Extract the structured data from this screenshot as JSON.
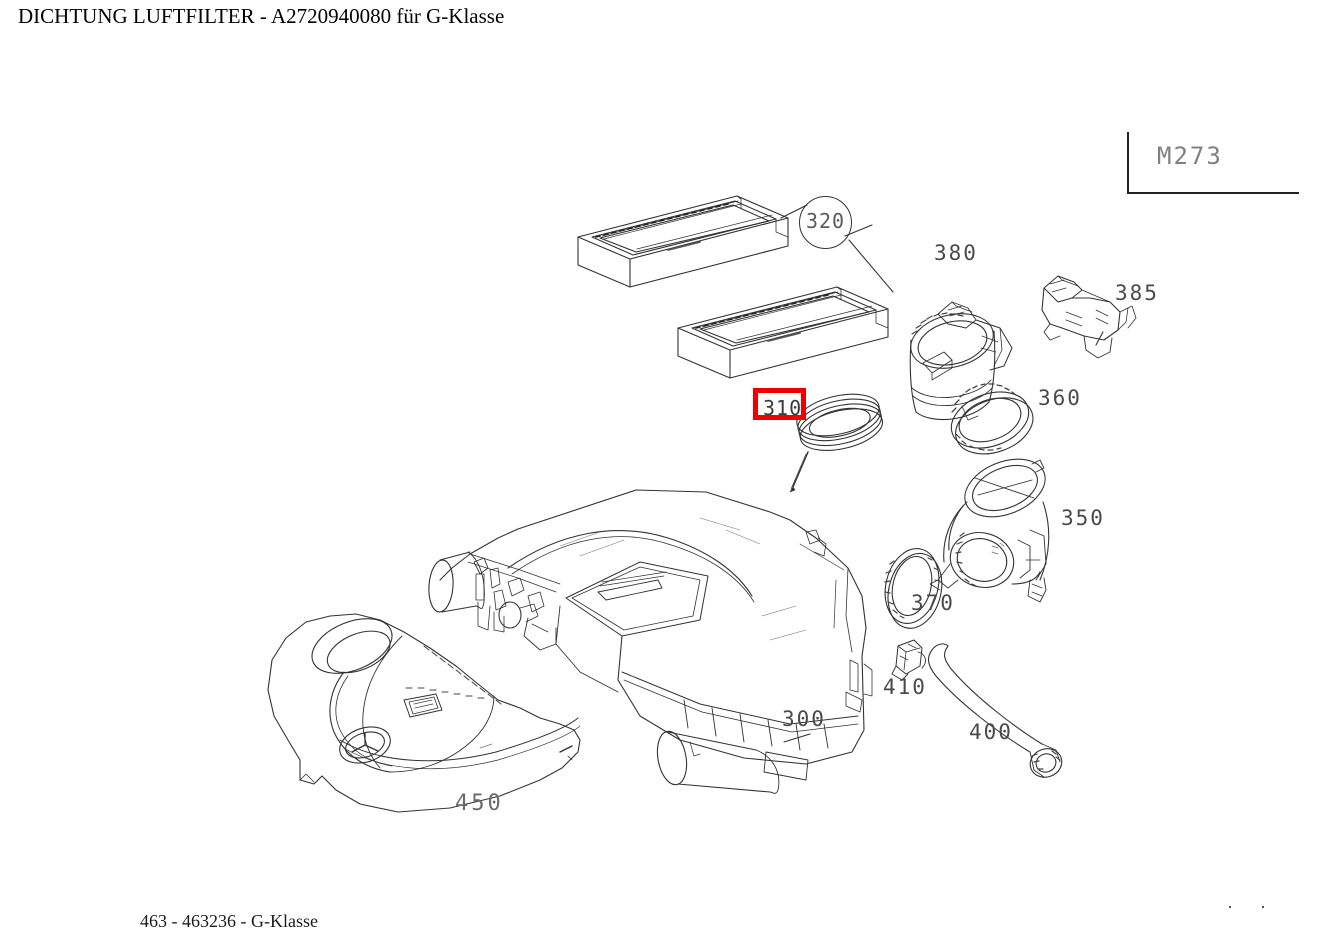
{
  "document": {
    "title": "DICHTUNG LUFTFILTER - A2720940080 für G-Klasse",
    "footer": "463 - 463236 - G-Klasse",
    "background_color": "#ffffff",
    "line_color": "#333333",
    "highlight_color": "#ee0000"
  },
  "group_label": {
    "text": "M273",
    "kind": "engine-variant-bracket"
  },
  "highlighted_part": {
    "number": "310",
    "name": "dichtung-luftfilter",
    "highlight_color": "#ee0000"
  },
  "callouts": [
    {
      "number": "320",
      "style": "circle",
      "part": "air-filter-element"
    },
    {
      "number": "380",
      "style": "plain",
      "part": "mass-air-flow-sensor-housing"
    },
    {
      "number": "385",
      "style": "plain",
      "part": "sensor-connector-bracket"
    },
    {
      "number": "310",
      "style": "highlighted",
      "part": "air-filter-gasket-seal"
    },
    {
      "number": "360",
      "style": "plain",
      "part": "sealing-ring-upper"
    },
    {
      "number": "350",
      "style": "plain",
      "part": "intake-elbow-duct"
    },
    {
      "number": "370",
      "style": "plain",
      "part": "sealing-ring-lower"
    },
    {
      "number": "300",
      "style": "plain",
      "part": "air-filter-housing"
    },
    {
      "number": "410",
      "style": "plain",
      "part": "hose-clamp"
    },
    {
      "number": "400",
      "style": "plain",
      "part": "vent-hose"
    },
    {
      "number": "450",
      "style": "plain",
      "part": "engine-cover"
    }
  ],
  "artwork_marks": {
    "trailing_dots": 2
  }
}
